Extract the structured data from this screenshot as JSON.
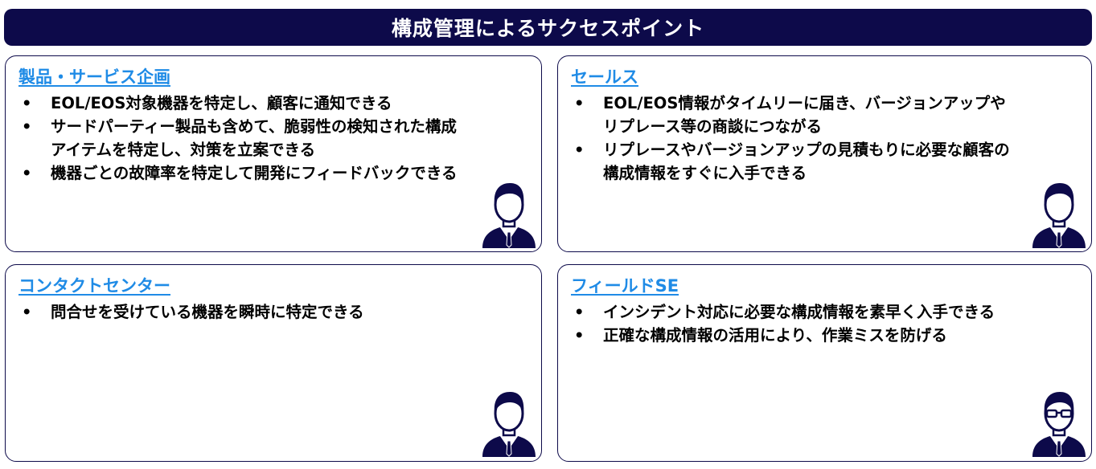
{
  "title": "構成管理によるサクセスポイント",
  "colors": {
    "navy": "#0d0a4a",
    "heading_blue": "#1f8be6",
    "text": "#000000"
  },
  "panels": {
    "product": {
      "heading": "製品・サービス企画",
      "items": [
        "EOL/EOS対象機器を特定し、顧客に通知できる",
        "サードパーティー製品も含めて、脆弱性の検知された構成",
        "アイテムを特定し、対策を立案できる",
        "機器ごとの故障率を特定して開発にフィードバックできる"
      ],
      "icon": "businessman-icon"
    },
    "sales": {
      "heading": "セールス",
      "items": [
        "EOL/EOS情報がタイムリーに届き、バージョンアップや",
        "リプレース等の商談につながる",
        "リプレースやバージョンアップの見積もりに必要な顧客の",
        "構成情報をすぐに入手できる"
      ],
      "icon": "businessman-icon"
    },
    "contact": {
      "heading": "コンタクトセンター",
      "items": [
        "問合せを受けている機器を瞬時に特定できる"
      ],
      "icon": "businessman-icon"
    },
    "field": {
      "heading": "フィールドSE",
      "items": [
        "インシデント対応に必要な構成情報を素早く入手できる",
        "正確な構成情報の活用により、作業ミスを防げる"
      ],
      "icon": "businessman-with-glasses-icon"
    }
  }
}
